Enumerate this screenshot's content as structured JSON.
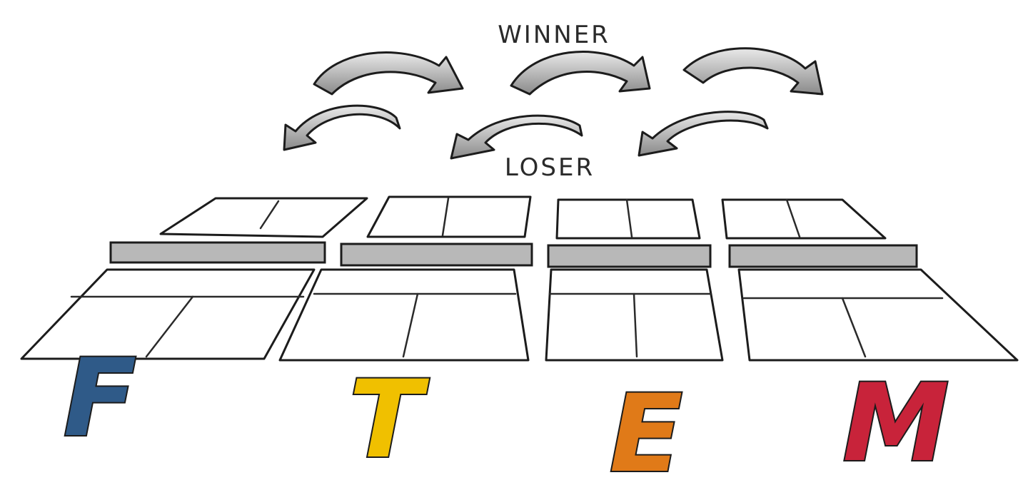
{
  "labels": {
    "winner": "WINNER",
    "loser": "LOSER"
  },
  "tables": [
    {
      "letter": "F",
      "color": "#2f5a88",
      "light": "#ffffff"
    },
    {
      "letter": "T",
      "color": "#f5c400",
      "light": "#fffbe0"
    },
    {
      "letter": "E",
      "color": "#e8821f",
      "light": "#fff3e6"
    },
    {
      "letter": "M",
      "color": "#d93045",
      "light": "#fbe3e8"
    }
  ],
  "arrow_color": "#8a8a8a"
}
